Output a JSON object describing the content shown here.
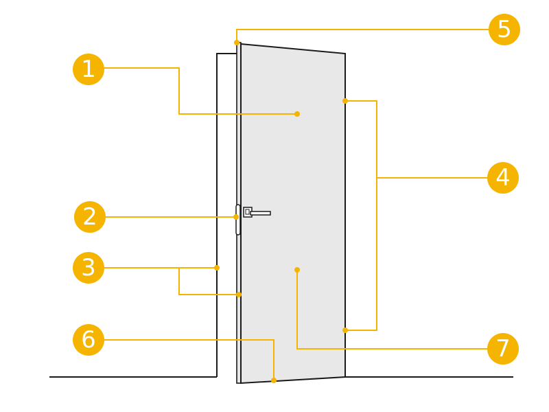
{
  "colors": {
    "accent": "#F5B400",
    "door_fill": "#E8E8E8",
    "line": "#1A1A1A",
    "badge_text": "#FFFFFF"
  },
  "callouts": [
    {
      "label": "1"
    },
    {
      "label": "2"
    },
    {
      "label": "3"
    },
    {
      "label": "4"
    },
    {
      "label": "5"
    },
    {
      "label": "6"
    },
    {
      "label": "7"
    }
  ]
}
